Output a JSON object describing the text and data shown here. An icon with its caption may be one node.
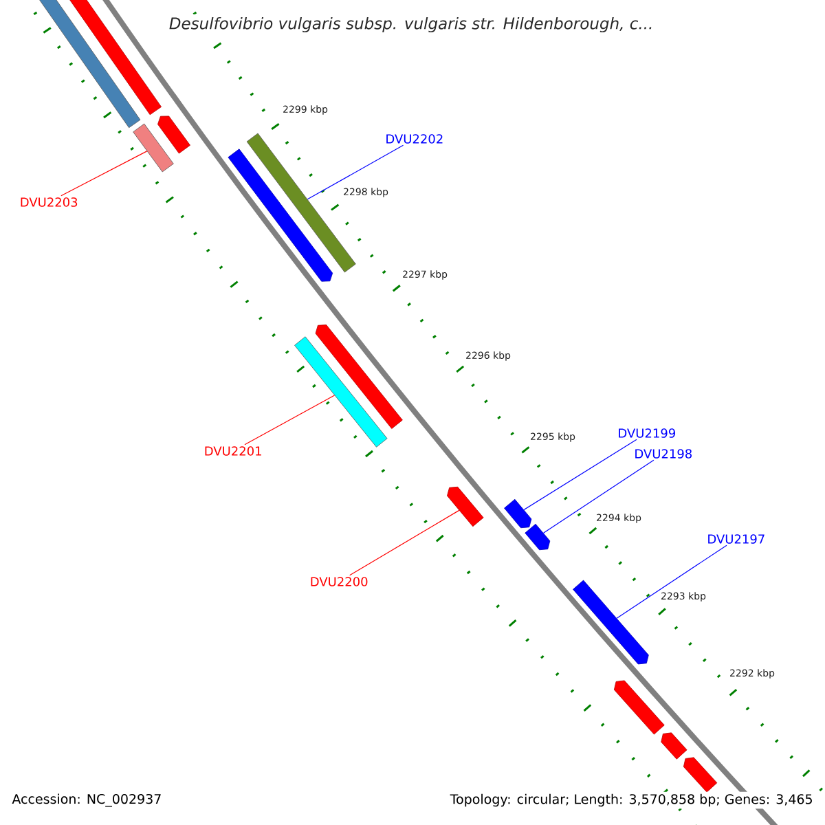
{
  "diagram": {
    "title": "Desulfovibrio vulgaris subsp. vulgaris str. Hildenborough, c...",
    "nodes": [
      {
        "text": [
          "DVU2203"
        ]
      },
      {
        "text": [],
        "shape": "bar"
      },
      {
        "text": [
          "DVU2202"
        ]
      },
      {
        "text": [],
        "shape": "bar"
      },
      {
        "text": [
          "DVU2201"
        ]
      },
      {
        "text": [],
        "shape": "bar"
      },
      {
        "text": [
          "DVU2200"
        ]
      },
      {
        "text": [],
        "shape": "pentagon"
      },
      {
        "text": [
          "DVU2199"
        ]
      },
      {
        "text": [],
        "shape": "pentagon"
      },
      {
        "text": [
          "DVU2198"
        ]
      },
      {
        "text": [],
        "shape": "pentagon"
      },
      {
        "text": [
          "DVU2197"
        ]
      },
      {
        "text": [],
        "shape": "pentagon"
      },
      {
        "text": [],
        "shape": "bar"
      },
      {
        "text": [],
        "shape": "pentagon"
      },
      {
        "text": [],
        "shape": "pentagon"
      },
      {
        "text": [],
        "shape": "pentagon"
      },
      {
        "text": [],
        "shape": "pentagon"
      },
      {
        "text": [],
        "shape": "pentagon"
      },
      {
        "text": [],
        "shape": "pentagon"
      },
      {
        "text": [],
        "shape": "pentagon"
      }
    ],
    "edges": [
      {
        "from": 0,
        "to": 1,
        "arrow": "none",
        "color": "#ff0000"
      },
      {
        "from": 2,
        "to": 3,
        "arrow": "none",
        "color": "#0000ff"
      },
      {
        "from": 4,
        "to": 5,
        "arrow": "none",
        "color": "#ff0000"
      },
      {
        "from": 6,
        "to": 7,
        "arrow": "none",
        "color": "#ff0000"
      },
      {
        "from": 8,
        "to": 9,
        "arrow": "none",
        "color": "#0000ff"
      },
      {
        "from": 10,
        "to": 11,
        "arrow": "none",
        "color": "#0000ff"
      },
      {
        "from": 12,
        "to": 13,
        "arrow": "none",
        "color": "#0000ff"
      }
    ],
    "labels": [
      "2299 kbp",
      "2298 kbp",
      "2297 kbp",
      "2296 kbp",
      "2295 kbp",
      "2294 kbp",
      "2293 kbp",
      "2292 kbp",
      "Accession: NC_002937",
      "Topology: circular; Length: 3,570,858 bp; Genes: 3,465"
    ]
  }
}
